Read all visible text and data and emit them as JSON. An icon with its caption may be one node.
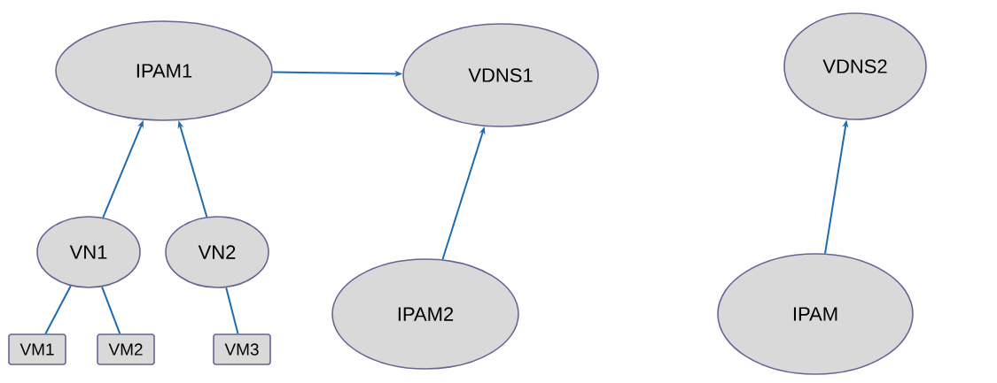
{
  "diagram": {
    "nodes": [
      {
        "text": [
          "IPAM1"
        ]
      },
      {
        "text": [
          "VDNS1"
        ]
      },
      {
        "text": [
          "VDNS2"
        ]
      },
      {
        "text": [
          "VN1"
        ]
      },
      {
        "text": [
          "VN2"
        ]
      },
      {
        "text": [
          "IPAM2"
        ]
      },
      {
        "text": [
          "IPAM"
        ]
      },
      {
        "text": [
          "VM1"
        ]
      },
      {
        "text": [
          "VM2"
        ]
      },
      {
        "text": [
          "VM3"
        ]
      }
    ],
    "edges": [
      {
        "from": 0,
        "to": 1,
        "arrow": "to"
      },
      {
        "from": 3,
        "to": 0,
        "arrow": "to"
      },
      {
        "from": 4,
        "to": 0,
        "arrow": "to"
      },
      {
        "from": 7,
        "to": 3,
        "arrow": "none"
      },
      {
        "from": 8,
        "to": 3,
        "arrow": "none"
      },
      {
        "from": 9,
        "to": 4,
        "arrow": "none"
      },
      {
        "from": 5,
        "to": 1,
        "arrow": "to"
      },
      {
        "from": 6,
        "to": 2,
        "arrow": "to"
      }
    ]
  }
}
